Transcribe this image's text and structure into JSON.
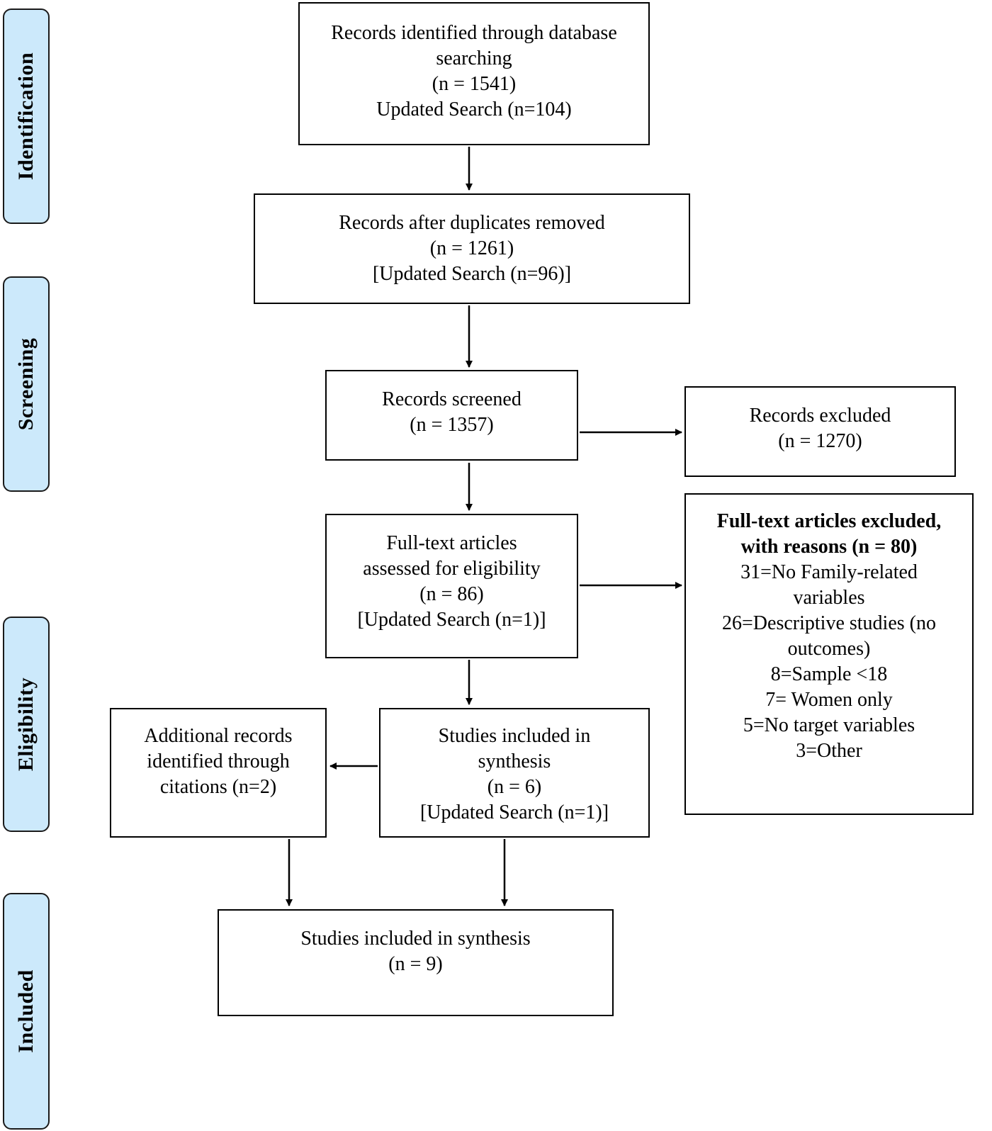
{
  "stages": [
    {
      "id": "identification",
      "label": "Identification"
    },
    {
      "id": "screening",
      "label": "Screening"
    },
    {
      "id": "eligibility",
      "label": "Eligibility"
    },
    {
      "id": "included",
      "label": "Included"
    }
  ],
  "boxes": {
    "identified": {
      "lines": [
        "Records identified through database",
        "searching",
        "(n = 1541)",
        "Updated Search (n=104)"
      ]
    },
    "duplicates_removed": {
      "lines": [
        "Records after duplicates removed",
        "(n = 1261)",
        "[Updated Search (n=96)]"
      ]
    },
    "screened": {
      "lines": [
        "Records screened",
        "(n = 1357)"
      ]
    },
    "excluded": {
      "lines": [
        "Records excluded",
        "(n = 1270)"
      ]
    },
    "fulltext_assessed": {
      "lines": [
        "Full-text articles",
        "assessed for eligibility",
        "(n = 86)",
        "[Updated Search (n=1)]"
      ]
    },
    "fulltext_excluded": {
      "heading": [
        "Full-text articles excluded,",
        "with reasons (n = 80)"
      ],
      "lines": [
        "31=No Family-related",
        "variables",
        "26=Descriptive studies (no",
        "outcomes)",
        "8=Sample <18",
        "7= Women only",
        "5=No target variables",
        "3=Other"
      ]
    },
    "additional_records": {
      "lines": [
        "Additional records",
        "identified through",
        "citations (n=2)"
      ]
    },
    "studies_included_partial": {
      "lines": [
        "Studies included in",
        "synthesis",
        "(n = 6)",
        "[Updated Search (n=1)]"
      ]
    },
    "studies_included_final": {
      "lines": [
        "Studies included in synthesis",
        "(n = 9)"
      ]
    }
  }
}
